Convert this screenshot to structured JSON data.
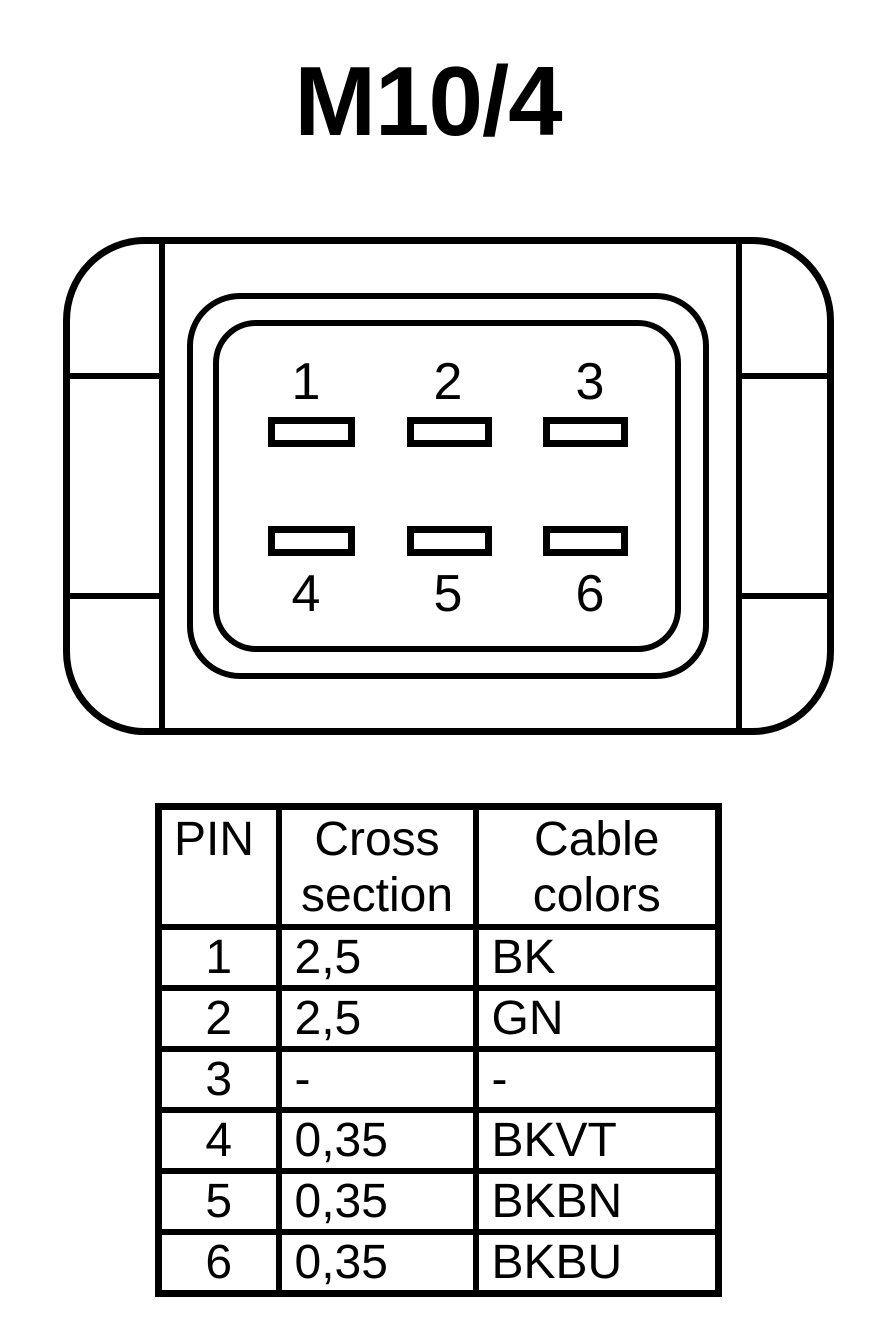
{
  "title": "M10/4",
  "connector": {
    "pins": [
      "1",
      "2",
      "3",
      "4",
      "5",
      "6"
    ]
  },
  "pinout_table": {
    "headers": [
      "PIN",
      "Cross section",
      "Cable colors"
    ],
    "rows": [
      [
        "1",
        "2,5",
        "BK"
      ],
      [
        "2",
        "2,5",
        "GN"
      ],
      [
        "3",
        "-",
        "-"
      ],
      [
        "4",
        "0,35",
        "BKVT"
      ],
      [
        "5",
        "0,35",
        "BKBN"
      ],
      [
        "6",
        "0,35",
        "BKBU"
      ]
    ]
  },
  "colors": {
    "line": "#000000",
    "background": "#ffffff"
  }
}
